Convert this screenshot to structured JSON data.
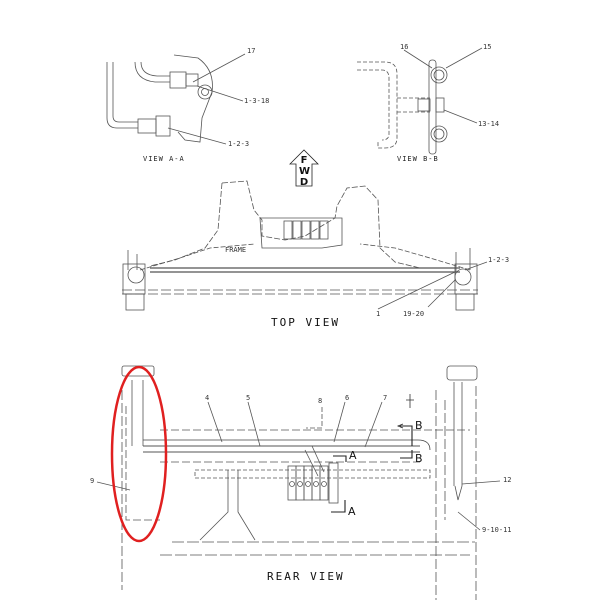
{
  "views": {
    "view_aa": {
      "caption": "VIEW A-A",
      "callouts": [
        "17",
        "1-3-18",
        "1-2-3"
      ]
    },
    "view_bb": {
      "caption": "VIEW B-B",
      "callouts": [
        "16",
        "15",
        "13-14"
      ]
    },
    "top_view": {
      "caption": "TOP VIEW",
      "frame_label": "FRAME",
      "callouts": [
        "1-2-3",
        "1",
        "19-20"
      ]
    },
    "rear_view": {
      "caption": "REAR VIEW",
      "callouts": [
        "4",
        "5",
        "6",
        "7",
        "8",
        "9",
        "12",
        "9-10-11"
      ],
      "section_marks": [
        "A",
        "A",
        "B",
        "B"
      ]
    }
  },
  "direction_arrow": {
    "letters": [
      "F",
      "W",
      "D"
    ]
  },
  "highlight": {
    "shape": "ellipse",
    "color": "#e02020"
  },
  "colors": {
    "line": "#444444",
    "highlight": "#e02020",
    "background": "#ffffff"
  }
}
